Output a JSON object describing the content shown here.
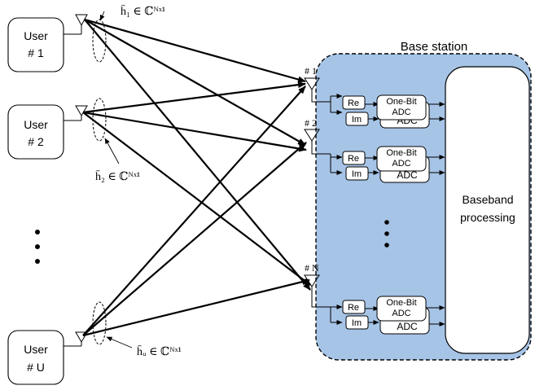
{
  "users": [
    {
      "line1": "User",
      "line2": "# 1"
    },
    {
      "line1": "User",
      "line2": "# 2"
    },
    {
      "line1": "User",
      "line2": "# U"
    }
  ],
  "user_ellipsis": "⋮",
  "channels": [
    {
      "label": "h̄₁ ∈ ℂᴺˣ¹"
    },
    {
      "label": "h̄₂ ∈ ℂᴺˣ¹"
    },
    {
      "label": "h̄ᵤ ∈ ℂᴺˣ¹"
    }
  ],
  "base_station": {
    "title": "Base station",
    "antennas": [
      "# 1",
      "# 2",
      "# N"
    ],
    "re_label": "Re",
    "im_label": "Im",
    "adc_top_line1": "One-Bit",
    "adc_top_line2": "ADC",
    "adc_back_label": "ADC",
    "antenna_ellipsis": "⋮",
    "baseband_line1": "Baseband",
    "baseband_line2": "processing",
    "fill_color": "#a6c4e6"
  }
}
